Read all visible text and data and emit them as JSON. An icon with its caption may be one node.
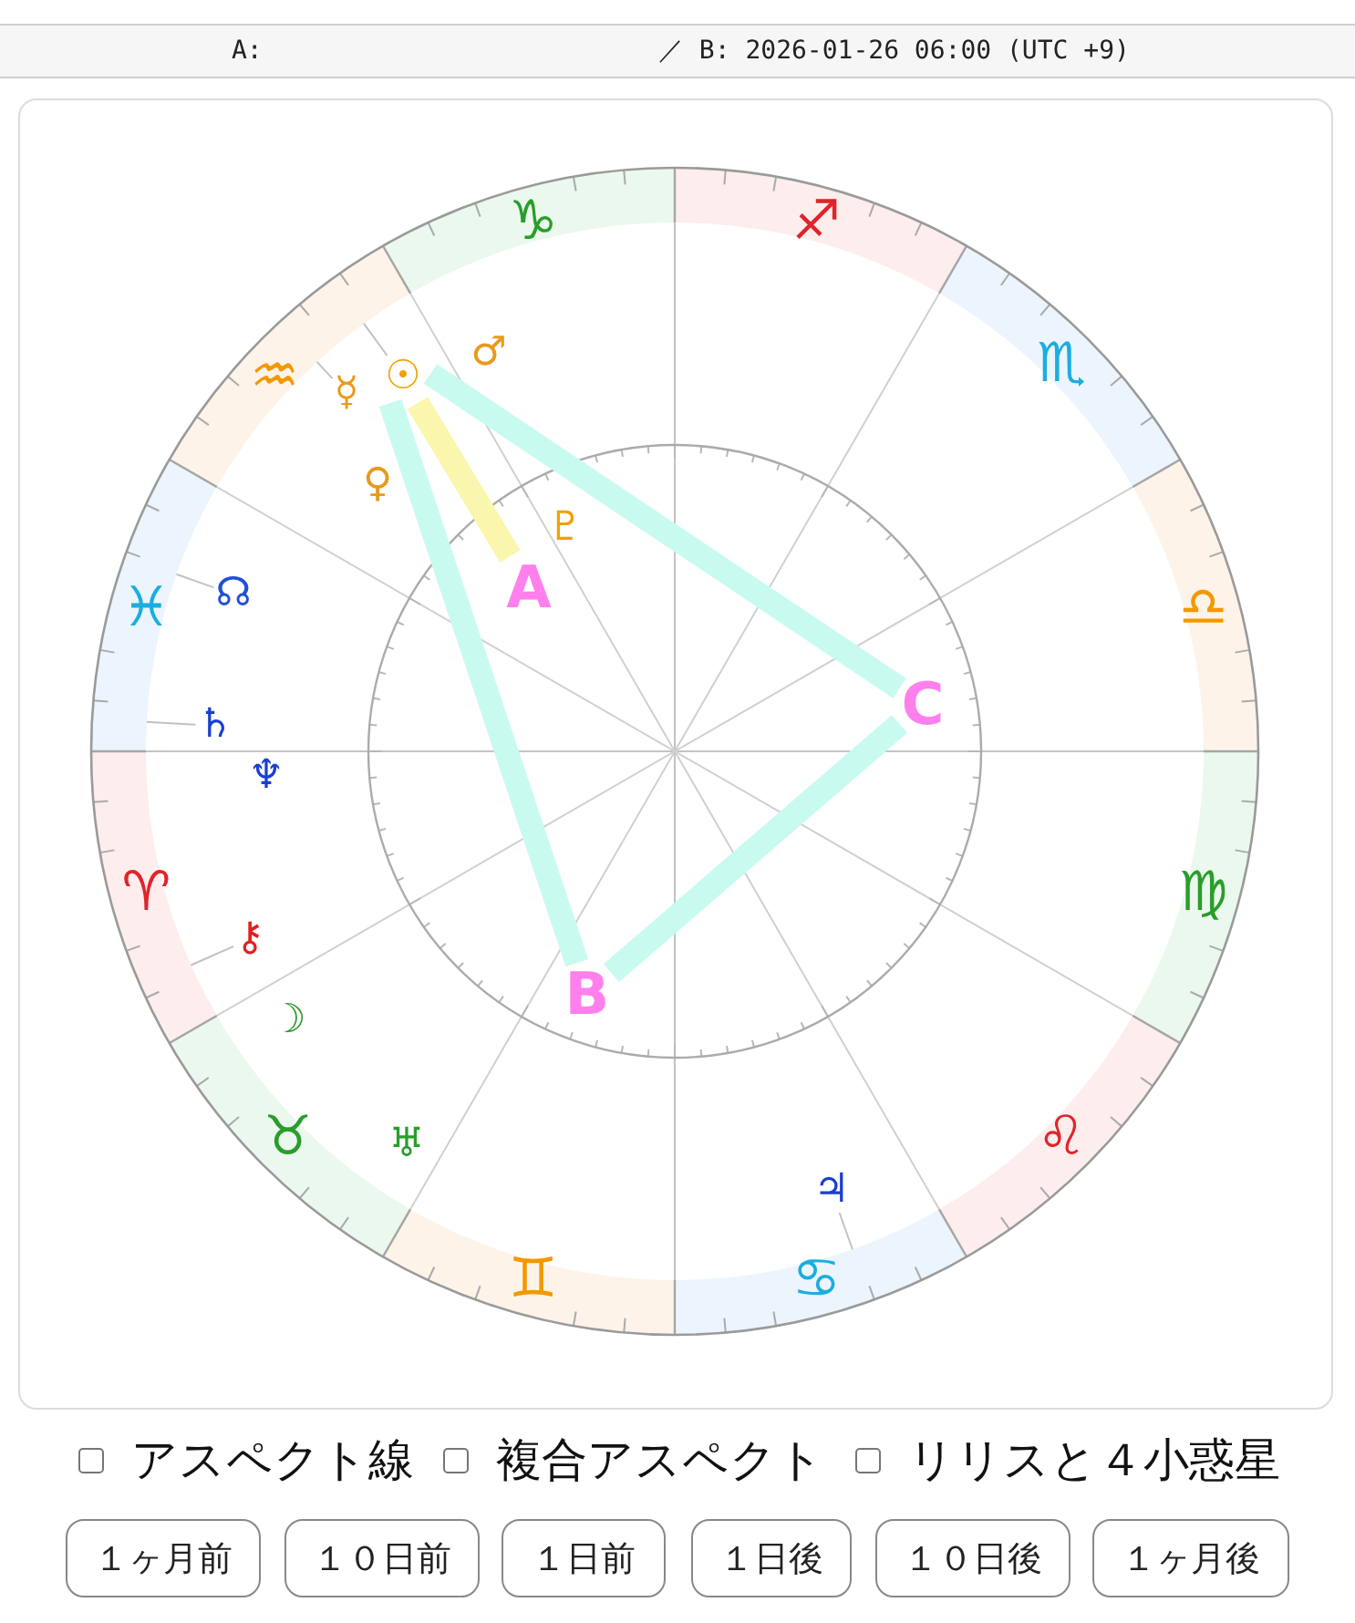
{
  "diagram": {
    "nodes": [
      {
        "text": [
          "♑"
        ]
      },
      {
        "text": [
          "♐"
        ]
      },
      {
        "text": [
          "♒"
        ]
      },
      {
        "text": [
          "♏"
        ]
      },
      {
        "text": [
          "☉"
        ]
      },
      {
        "text": [
          "♂"
        ]
      },
      {
        "text": [
          "☿"
        ]
      },
      {
        "text": [
          "♀"
        ]
      },
      {
        "text": [
          "♇"
        ]
      },
      {
        "text": [
          "A"
        ]
      },
      {
        "text": [
          "☊"
        ]
      },
      {
        "text": [
          "♓"
        ]
      },
      {
        "text": [
          "♎"
        ]
      },
      {
        "text": [
          "C"
        ]
      },
      {
        "text": [
          "♄"
        ]
      },
      {
        "text": [
          "♆"
        ]
      },
      {
        "text": [
          "♈"
        ]
      },
      {
        "text": [
          "♍"
        ]
      },
      {
        "text": [
          "⚷"
        ]
      },
      {
        "text": [
          "B"
        ]
      },
      {
        "text": [
          "☽"
        ]
      },
      {
        "text": [
          "♉"
        ]
      },
      {
        "text": [
          "♌"
        ]
      },
      {
        "text": [
          "♅"
        ]
      },
      {
        "text": [
          "♃"
        ]
      },
      {
        "text": [
          "♊"
        ]
      },
      {
        "text": [
          "♋"
        ]
      }
    ],
    "edges": [
      {
        "from": 4,
        "to": 9,
        "arrow": "none",
        "style": "thick",
        "color": "#fbf6ae"
      },
      {
        "from": 4,
        "to": 13,
        "arrow": "none",
        "style": "thick",
        "color": "#c8faf0"
      },
      {
        "from": 13,
        "to": 19,
        "arrow": "none",
        "style": "thick",
        "color": "#c8faf0"
      },
      {
        "from": 19,
        "to": 4,
        "arrow": "none",
        "style": "thick",
        "color": "#c8faf0"
      },
      {
        "from": 4,
        "to": 2,
        "arrow": "none"
      },
      {
        "from": 6,
        "to": 2,
        "arrow": "none"
      },
      {
        "from": 10,
        "to": 11,
        "arrow": "none"
      },
      {
        "from": 14,
        "to": 11,
        "arrow": "none"
      },
      {
        "from": 18,
        "to": 16,
        "arrow": "none"
      },
      {
        "from": 24,
        "to": 26,
        "arrow": "none"
      }
    ],
    "labels": [
      "A:",
      "／ B: 2026-01-26 06:00 (UTC +9)",
      "アスペクト線",
      "複合アスペクト",
      "リリスと４小惑星",
      "１ヶ月前",
      "１０日前",
      "１日前",
      "１日後",
      "１０日後",
      "１ヶ月後"
    ]
  }
}
